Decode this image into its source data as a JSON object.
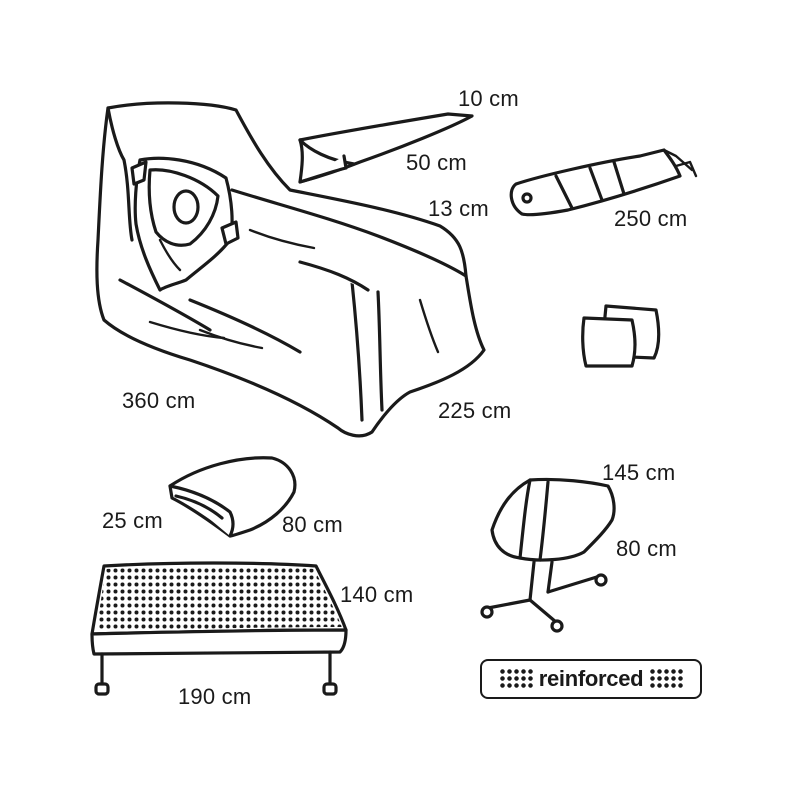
{
  "dimensions": {
    "strip_width": "10 cm",
    "strip_length": "50 cm",
    "cover_width": "13 cm",
    "cover_length": "250 cm",
    "chair_length": "360 cm",
    "chair_width": "225 cm",
    "bag_width": "25 cm",
    "bag_length": "80 cm",
    "stand_length": "145 cm",
    "stand_width": "80 cm",
    "table_width": "140 cm",
    "table_length": "190 cm"
  },
  "badge": {
    "label": "reinforced"
  },
  "icons": [
    "chair-drape-icon",
    "adhesive-strip-icon",
    "tube-cover-icon",
    "gauze-pads-icon",
    "leg-bag-icon",
    "mayo-stand-cover-icon",
    "back-table-cover-icon"
  ],
  "colors": {
    "ink": "#1a1a1a",
    "background": "#ffffff"
  }
}
